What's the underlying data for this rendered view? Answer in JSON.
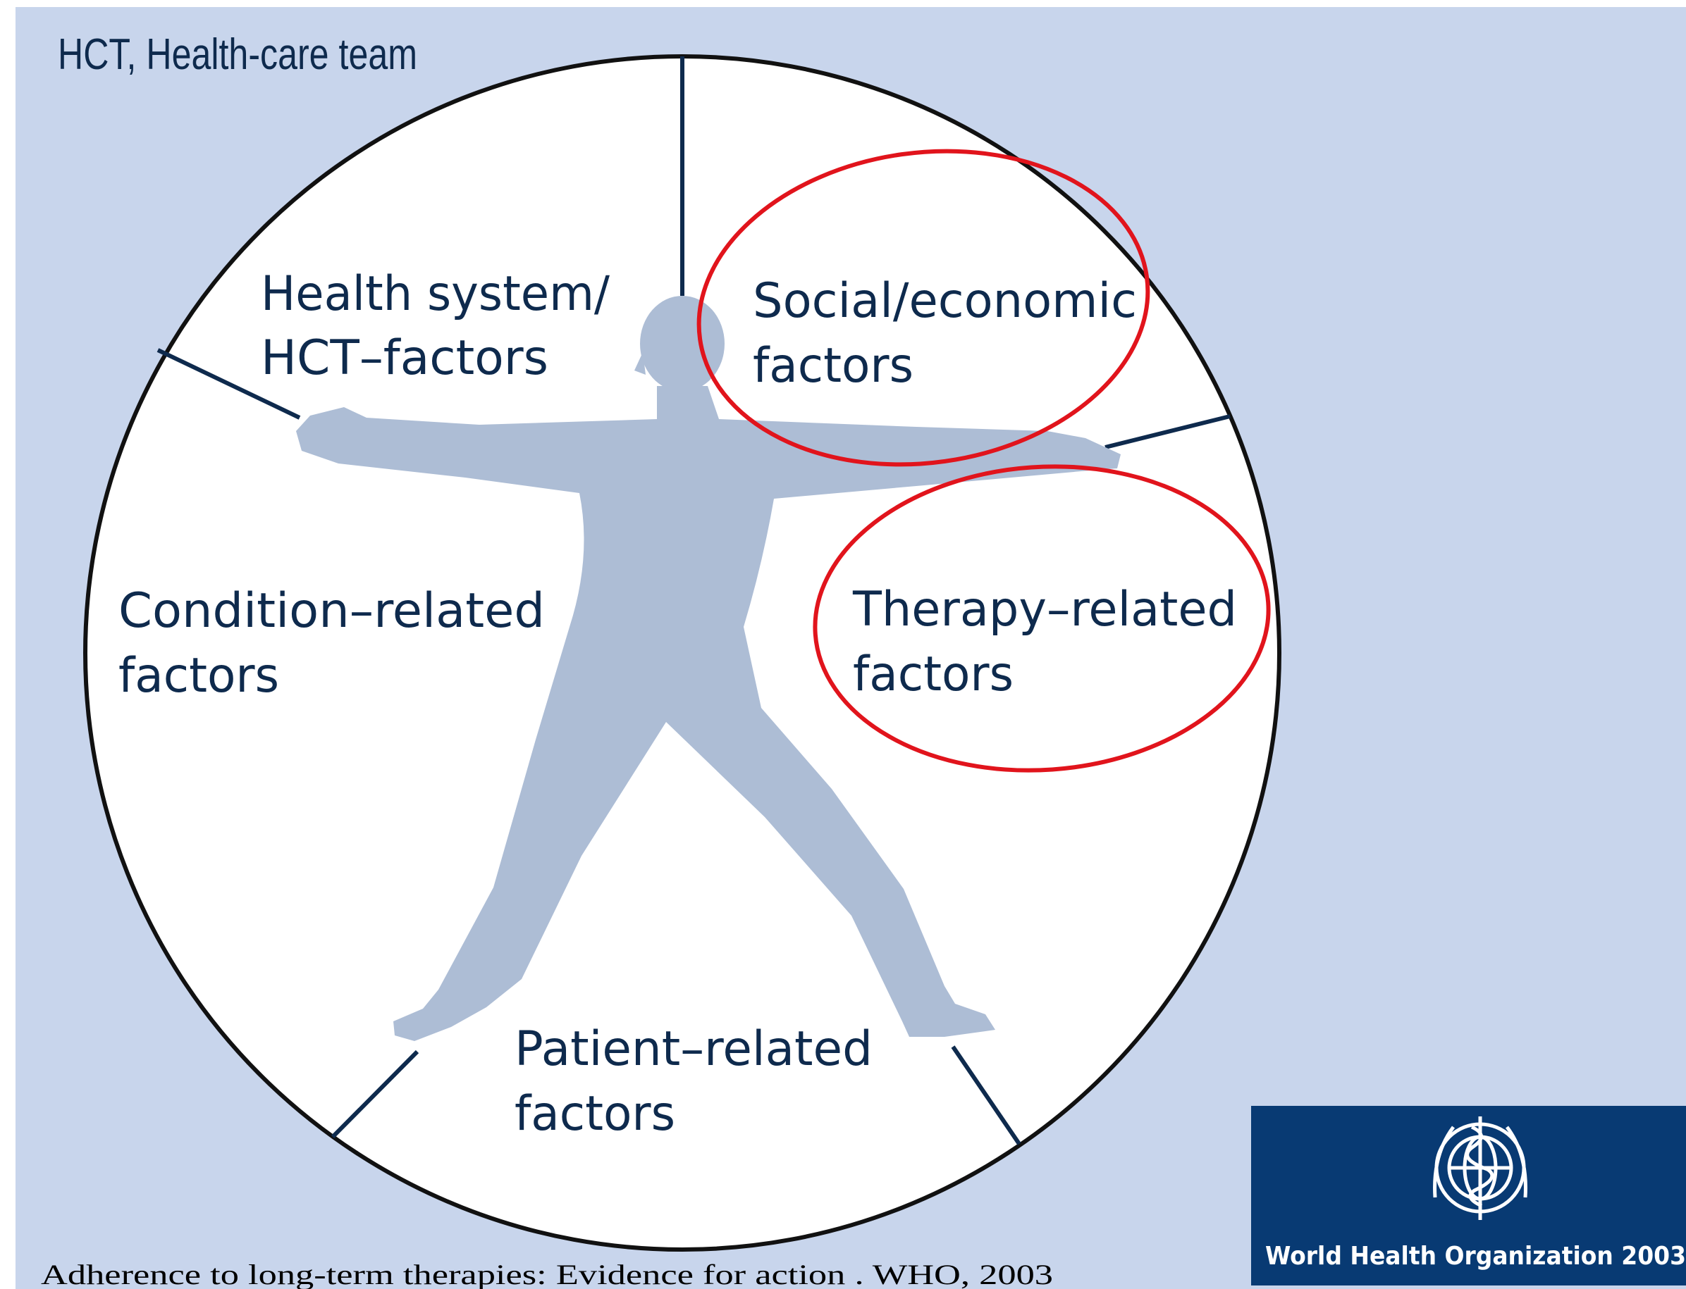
{
  "header": {
    "text": "HCT, Health-care team"
  },
  "segments": {
    "health_system": {
      "line1": "Health system/",
      "line2": "HCT–factors"
    },
    "social_economic": {
      "line1": "Social/economic",
      "line2": "factors"
    },
    "therapy": {
      "line1": "Therapy–related",
      "line2": "factors"
    },
    "condition": {
      "line1": "Condition–related",
      "line2": "factors"
    },
    "patient": {
      "line1": "Patient–related",
      "line2": "factors"
    }
  },
  "highlighted_segments": [
    "Social/economic factors",
    "Therapy–related factors"
  ],
  "logo": {
    "caption": "World Health Organization 2003"
  },
  "citation": "Adherence to long-term therapies: Evidence for action . WHO, 2003",
  "colors": {
    "panel_background": "#c8d5ec",
    "text_navy": "#0e2a4d",
    "figure": "#adbdd5",
    "highlight_ring": "#e1141c",
    "logo_background": "#083a73"
  }
}
